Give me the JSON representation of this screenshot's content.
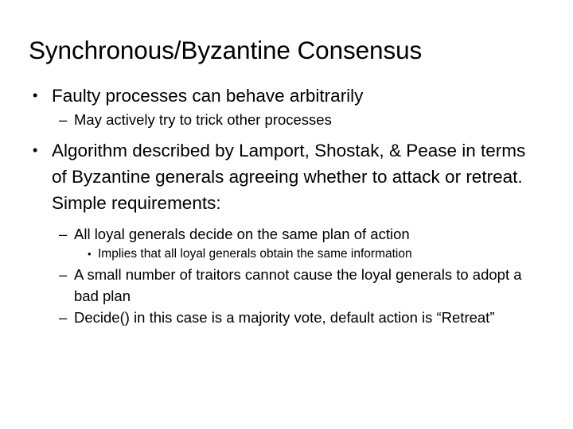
{
  "slide": {
    "title": "Synchronous/Byzantine Consensus",
    "background_color": "#ffffff",
    "text_color": "#000000",
    "bullet_glyph_level1": "•",
    "bullet_glyph_level2": "–",
    "bullet_glyph_level3": "•",
    "content": [
      {
        "level": 1,
        "text": "Faulty processes can behave arbitrarily"
      },
      {
        "level": 2,
        "text": "May actively try to trick other processes"
      },
      {
        "level": 1,
        "text": "Algorithm described by Lamport, Shostak, & Pease in terms of Byzantine generals agreeing whether to attack or retreat.   Simple requirements:"
      },
      {
        "level": 2,
        "text": "All loyal generals decide on the same plan of action"
      },
      {
        "level": 3,
        "text": "Implies that all loyal generals obtain the same information"
      },
      {
        "level": 2,
        "text": "A small number of traitors cannot cause the loyal generals to adopt a bad plan"
      },
      {
        "level": 2,
        "text": "Decide() in this case is a majority vote, default action is “Retreat”"
      }
    ]
  }
}
